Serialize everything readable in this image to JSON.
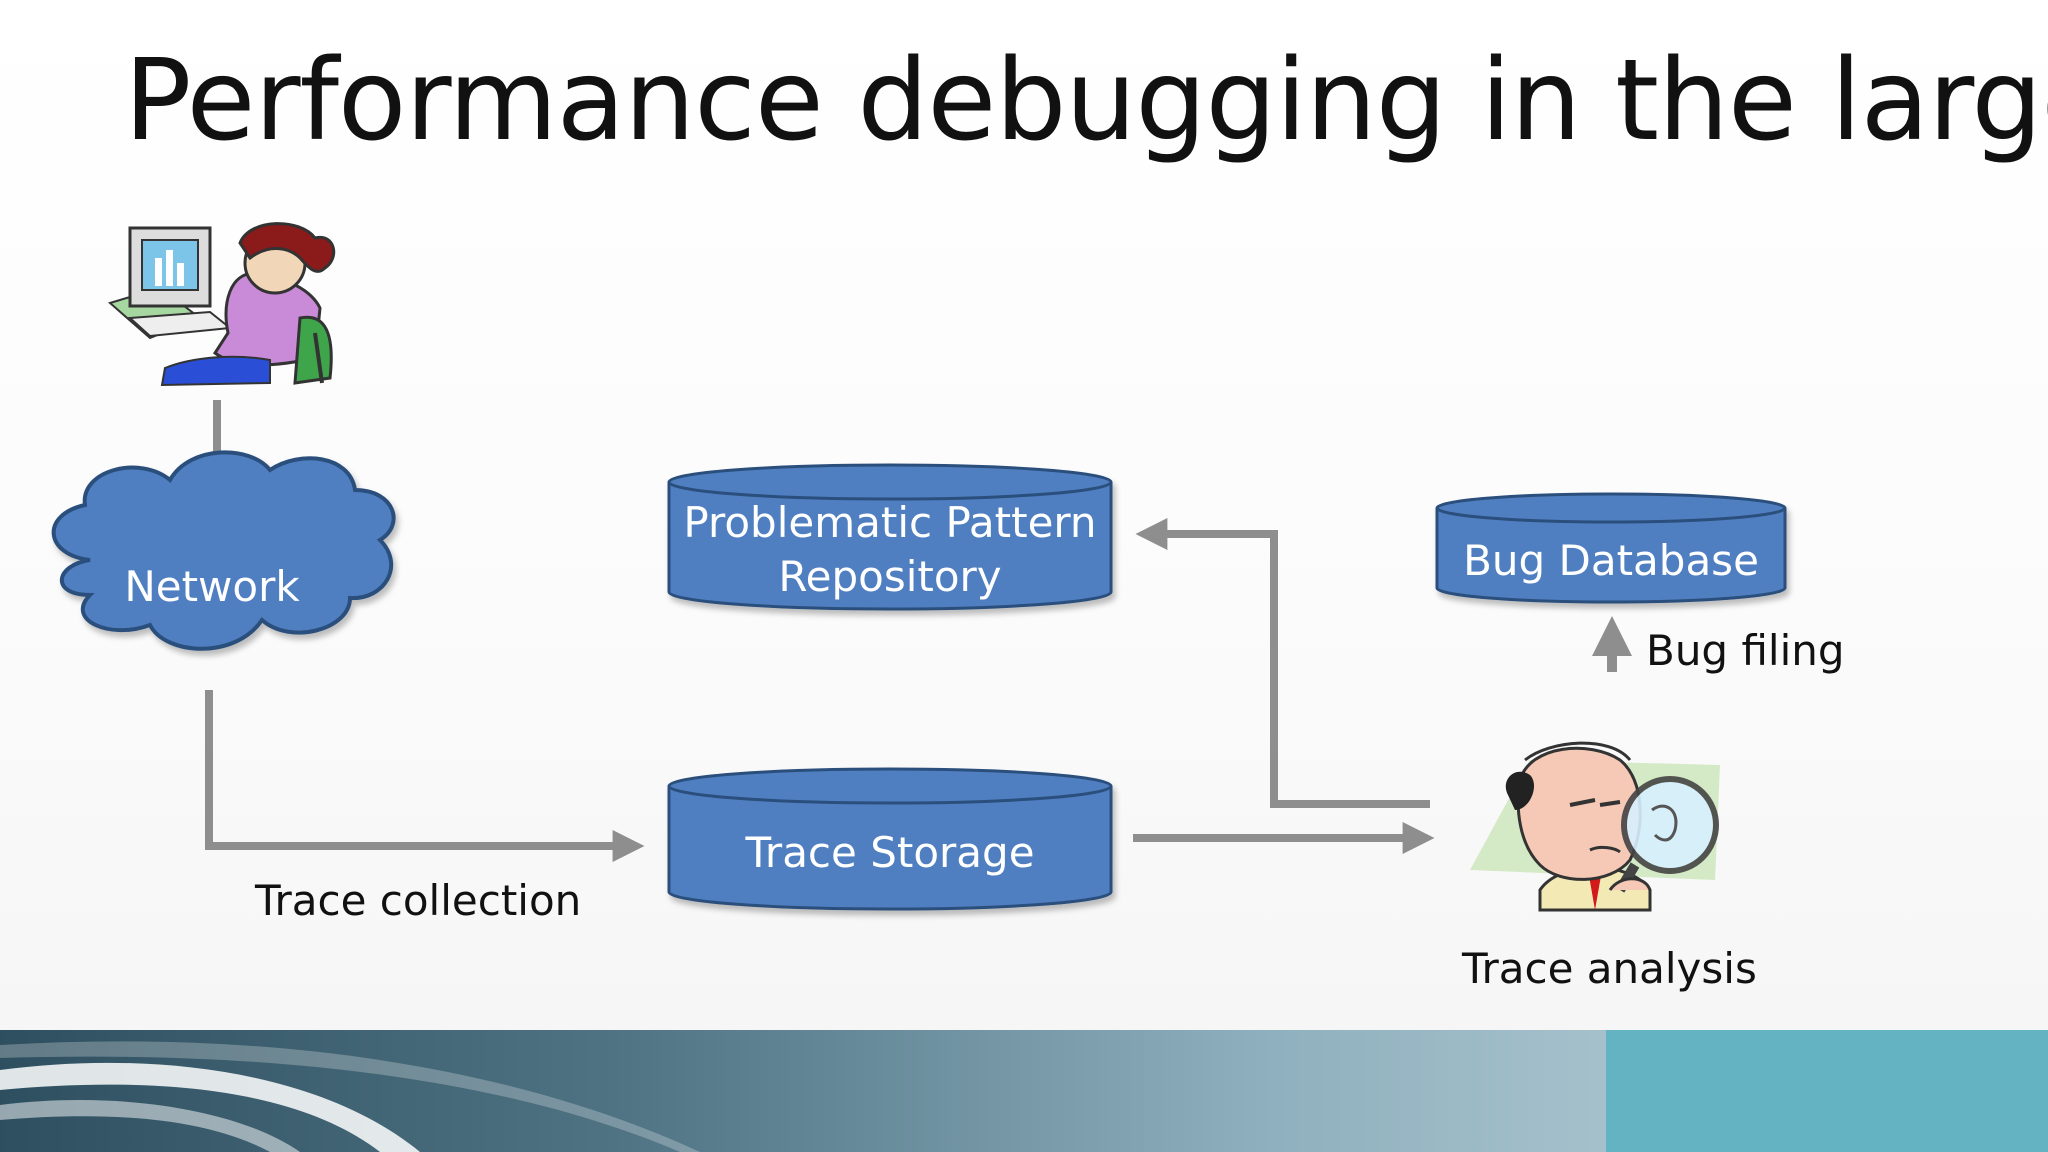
{
  "slide": {
    "title": "Performance debugging in the large"
  },
  "nodes": {
    "network": "Network",
    "pattern_repository": "Problematic Pattern Repository",
    "pattern_repository_line1": "Problematic Pattern",
    "pattern_repository_line2": "Repository",
    "bug_database": "Bug Database",
    "trace_storage": "Trace Storage"
  },
  "edge_labels": {
    "trace_collection": "Trace collection",
    "bug_filing": "Bug filing",
    "trace_analysis": "Trace analysis"
  },
  "colors": {
    "shape_fill": "#4f7fc1",
    "shape_stroke": "#2c4f7d",
    "arrow": "#8e8e8e",
    "footer_accent": "#64b3c3"
  },
  "icons": [
    "user-at-computer-icon",
    "analyst-with-magnifier-icon"
  ]
}
